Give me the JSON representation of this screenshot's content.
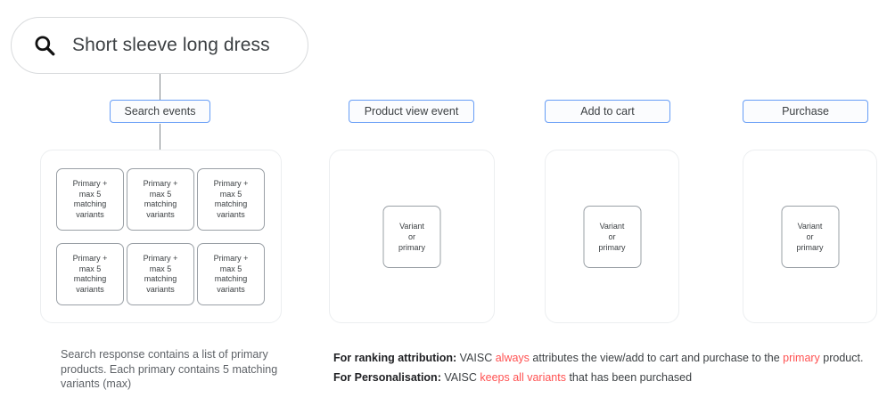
{
  "search": {
    "icon": "search-icon",
    "query": "Short sleeve long dress"
  },
  "stages": [
    {
      "id": "search-events",
      "label": "Search events"
    },
    {
      "id": "product-view-event",
      "label": "Product view event"
    },
    {
      "id": "add-to-cart",
      "label": "Add to cart"
    },
    {
      "id": "purchase",
      "label": "Purchase"
    }
  ],
  "search_panel": {
    "cards": [
      {
        "text": "Primary +\nmax 5\nmatching\nvariants"
      },
      {
        "text": "Primary +\nmax 5\nmatching\nvariants"
      },
      {
        "text": "Primary +\nmax 5\nmatching\nvariants"
      },
      {
        "text": "Primary +\nmax 5\nmatching\nvariants"
      },
      {
        "text": "Primary +\nmax 5\nmatching\nvariants"
      },
      {
        "text": "Primary +\nmax 5\nmatching\nvariants"
      }
    ]
  },
  "event_panels": [
    {
      "id": "product-view-event",
      "card_text": "Variant\nor\nprimary"
    },
    {
      "id": "add-to-cart",
      "card_text": "Variant\nor\nprimary"
    },
    {
      "id": "purchase",
      "card_text": "Variant\nor\nprimary"
    }
  ],
  "captions": {
    "left": "Search response contains a list of primary products. Each primary contains 5 matching variants (max)"
  },
  "notes": [
    {
      "label": "For ranking attribution:",
      "parts": [
        {
          "text": " VAISC ",
          "highlight": false
        },
        {
          "text": "always",
          "highlight": true
        },
        {
          "text": " attributes the view/add to cart and purchase to the ",
          "highlight": false
        },
        {
          "text": "primary",
          "highlight": true
        },
        {
          "text": " product.",
          "highlight": false
        }
      ]
    },
    {
      "label": "For Personalisation:",
      "parts": [
        {
          "text": " VAISC ",
          "highlight": false
        },
        {
          "text": "keeps all variants",
          "highlight": true
        },
        {
          "text": " that has been purchased",
          "highlight": false
        }
      ]
    }
  ],
  "colors": {
    "chip_border": "#669df6",
    "panel_border": "#eceef0",
    "card_border": "#9aa0a6",
    "highlight": "#ff5252",
    "text": "#3c4043",
    "muted_text": "#5f6368"
  }
}
